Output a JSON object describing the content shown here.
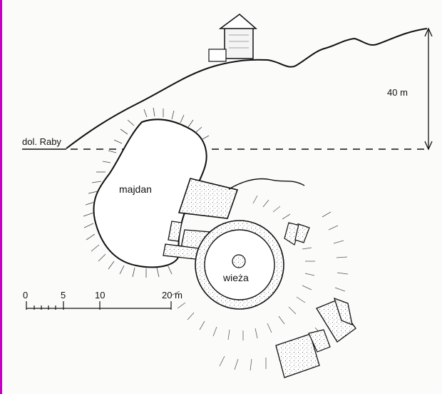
{
  "labels": {
    "valley": "dol. Raby",
    "height": "40 m",
    "courtyard": "majdan",
    "tower": "wieża"
  },
  "scale": {
    "ticks": [
      "0",
      "5",
      "10",
      "20 m"
    ]
  }
}
